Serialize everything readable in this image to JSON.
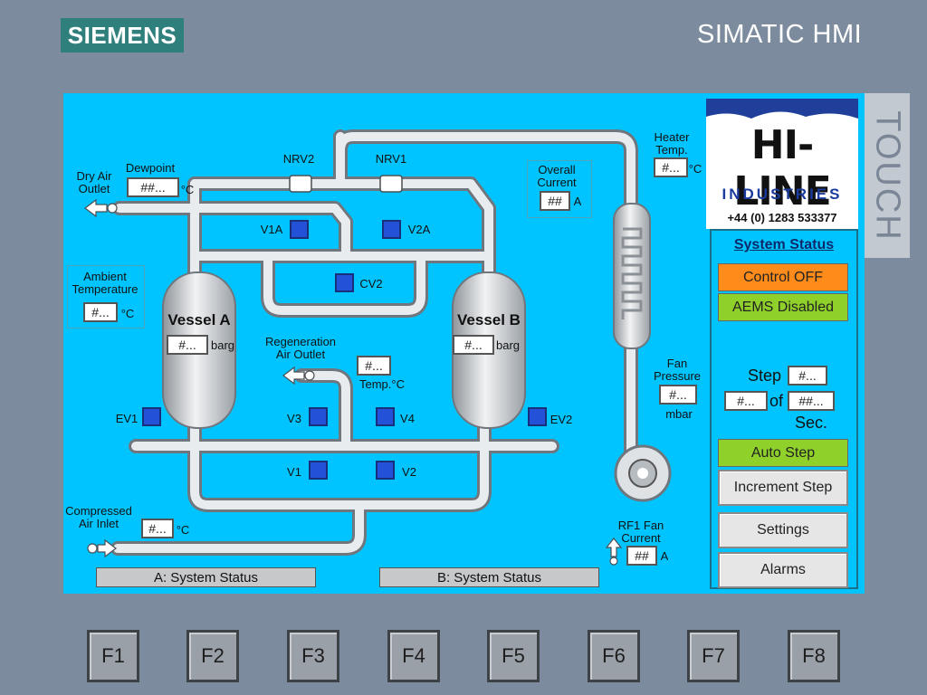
{
  "bezel": {
    "brand": "SIEMENS",
    "product": "SIMATIC HMI",
    "touch_label": "TOUCH"
  },
  "function_keys": [
    "F1",
    "F2",
    "F3",
    "F4",
    "F5",
    "F6",
    "F7",
    "F8"
  ],
  "labels": {
    "dry_air_outlet": "Dry Air\nOutlet",
    "dewpoint": "Dewpoint",
    "ambient_temperature": "Ambient\nTemperature",
    "nrv2": "NRV2",
    "nrv1": "NRV1",
    "v1a": "V1A",
    "v2a": "V2A",
    "cv2": "CV2",
    "vessel_a": "Vessel A",
    "vessel_b": "Vessel B",
    "regeneration_air_outlet": "Regeneration\nAir Outlet",
    "temp_unit": "Temp.°C",
    "ev1": "EV1",
    "ev2": "EV2",
    "v3": "V3",
    "v4": "V4",
    "v1": "V1",
    "v2": "V2",
    "compressed_air_inlet": "Compressed\nAir Inlet",
    "overall_current": "Overall\nCurrent",
    "heater_temp": "Heater\nTemp.",
    "fan_pressure": "Fan\nPressure",
    "mbar": "mbar",
    "rf1_fan_current": "RF1 Fan\nCurrent",
    "unit_c": "°C",
    "unit_barg": "barg",
    "unit_a": "A"
  },
  "fields": {
    "dewpoint": "##...",
    "ambient": "#...",
    "vessel_a": "#...",
    "vessel_b": "#...",
    "regen_temp": "#...",
    "inlet_temp": "#...",
    "overall_current": "##",
    "heater_temp": "#...",
    "fan_pressure": "#...",
    "fan_current": "##"
  },
  "logo": {
    "name": "HI-LINE",
    "industries": "INDUSTRIES",
    "phone": "+44 (0) 1283 533377"
  },
  "status_panel": {
    "title": "System Status",
    "control": "Control OFF",
    "aems": "AEMS Disabled",
    "step_label": "Step",
    "step_value": "#...",
    "of_left": "#...",
    "of_label": "of",
    "of_right": "##...",
    "sec_label": "Sec.",
    "auto_step": "Auto Step",
    "increment_step": "Increment Step",
    "settings": "Settings",
    "alarms": "Alarms"
  },
  "status_bars": {
    "a": "A: System Status",
    "b": "B: System Status"
  },
  "colors": {
    "screen_bg": "#00c4ff",
    "bezel": "#7c8c9e",
    "valve": "#2352d8",
    "control_off": "#ff8c1a",
    "enabled_green": "#8fd12a"
  }
}
